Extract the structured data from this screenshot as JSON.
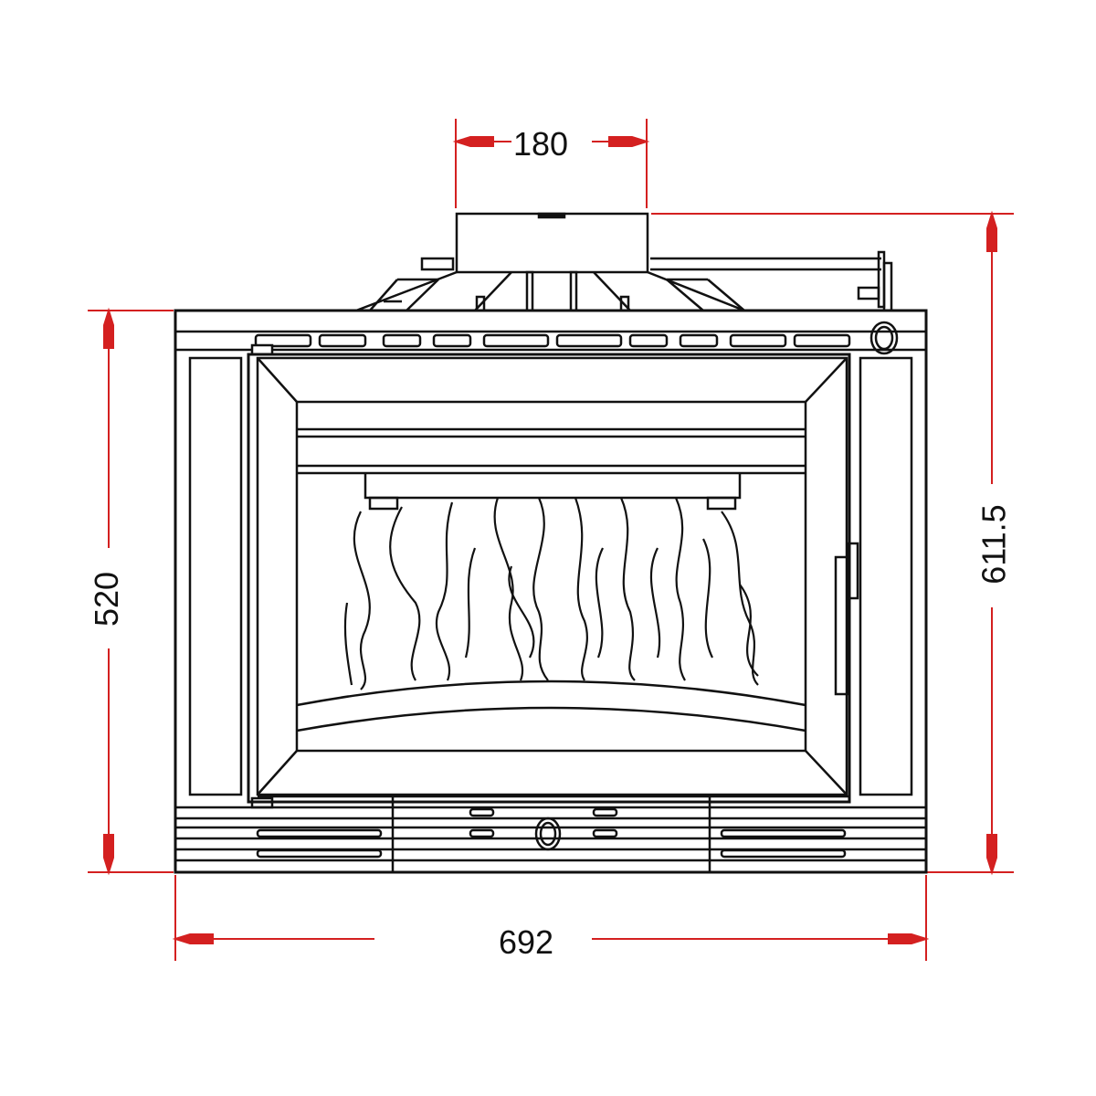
{
  "drawing": {
    "subject": "fireplace-insert-front-elevation",
    "line_color": "#111111",
    "dimension_color": "#d42020"
  },
  "dimensions": {
    "flue_width": {
      "value": "180",
      "orientation": "horizontal"
    },
    "overall_width": {
      "value": "692",
      "orientation": "horizontal"
    },
    "body_height": {
      "value": "520",
      "orientation": "vertical"
    },
    "overall_height": {
      "value": "611.5",
      "orientation": "vertical"
    }
  }
}
